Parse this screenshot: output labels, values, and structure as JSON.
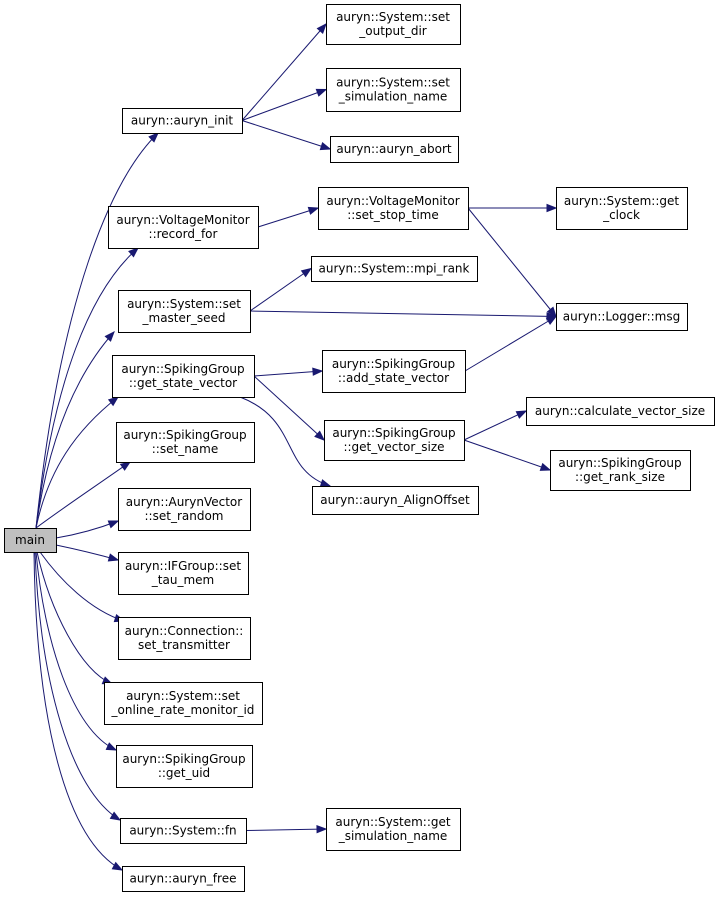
{
  "graph": {
    "title": "Call graph of main",
    "edge_color": "#191970",
    "root_fill": "#bfbfbf",
    "nodes": [
      {
        "id": "main",
        "lines": [
          "main"
        ]
      },
      {
        "id": "auryn_init",
        "lines": [
          "auryn::auryn_init"
        ]
      },
      {
        "id": "set_output_dir",
        "lines": [
          "auryn::System::set",
          "_output_dir"
        ]
      },
      {
        "id": "set_simulation_name",
        "lines": [
          "auryn::System::set",
          "_simulation_name"
        ]
      },
      {
        "id": "auryn_abort",
        "lines": [
          "auryn::auryn_abort"
        ]
      },
      {
        "id": "vm_record_for",
        "lines": [
          "auryn::VoltageMonitor",
          "::record_for"
        ]
      },
      {
        "id": "vm_set_stop_time",
        "lines": [
          "auryn::VoltageMonitor",
          "::set_stop_time"
        ]
      },
      {
        "id": "get_clock",
        "lines": [
          "auryn::System::get",
          "_clock"
        ]
      },
      {
        "id": "set_master_seed",
        "lines": [
          "auryn::System::set",
          "_master_seed"
        ]
      },
      {
        "id": "mpi_rank",
        "lines": [
          "auryn::System::mpi_rank"
        ]
      },
      {
        "id": "logger_msg",
        "lines": [
          "auryn::Logger::msg"
        ]
      },
      {
        "id": "sg_get_state_vector",
        "lines": [
          "auryn::SpikingGroup",
          "::get_state_vector"
        ]
      },
      {
        "id": "sg_add_state_vector",
        "lines": [
          "auryn::SpikingGroup",
          "::add_state_vector"
        ]
      },
      {
        "id": "sg_get_vector_size",
        "lines": [
          "auryn::SpikingGroup",
          "::get_vector_size"
        ]
      },
      {
        "id": "calculate_vector_size",
        "lines": [
          "auryn::calculate_vector_size"
        ]
      },
      {
        "id": "sg_get_rank_size",
        "lines": [
          "auryn::SpikingGroup",
          "::get_rank_size"
        ]
      },
      {
        "id": "auryn_alignoffset",
        "lines": [
          "auryn::auryn_AlignOffset"
        ]
      },
      {
        "id": "sg_set_name",
        "lines": [
          "auryn::SpikingGroup",
          "::set_name"
        ]
      },
      {
        "id": "av_set_random",
        "lines": [
          "auryn::AurynVector",
          "::set_random"
        ]
      },
      {
        "id": "if_set_tau_mem",
        "lines": [
          "auryn::IFGroup::set",
          "_tau_mem"
        ]
      },
      {
        "id": "conn_set_transmitter",
        "lines": [
          "auryn::Connection::",
          "set_transmitter"
        ]
      },
      {
        "id": "set_online_rate_monitor_id",
        "lines": [
          "auryn::System::set",
          "_online_rate_monitor_id"
        ]
      },
      {
        "id": "sg_get_uid",
        "lines": [
          "auryn::SpikingGroup",
          "::get_uid"
        ]
      },
      {
        "id": "system_fn",
        "lines": [
          "auryn::System::fn"
        ]
      },
      {
        "id": "get_simulation_name",
        "lines": [
          "auryn::System::get",
          "_simulation_name"
        ]
      },
      {
        "id": "auryn_free",
        "lines": [
          "auryn::auryn_free"
        ]
      }
    ],
    "edges": [
      [
        "main",
        "auryn_init"
      ],
      [
        "main",
        "vm_record_for"
      ],
      [
        "main",
        "set_master_seed"
      ],
      [
        "main",
        "sg_get_state_vector"
      ],
      [
        "main",
        "sg_set_name"
      ],
      [
        "main",
        "av_set_random"
      ],
      [
        "main",
        "if_set_tau_mem"
      ],
      [
        "main",
        "conn_set_transmitter"
      ],
      [
        "main",
        "set_online_rate_monitor_id"
      ],
      [
        "main",
        "sg_get_uid"
      ],
      [
        "main",
        "system_fn"
      ],
      [
        "main",
        "auryn_free"
      ],
      [
        "auryn_init",
        "set_output_dir"
      ],
      [
        "auryn_init",
        "set_simulation_name"
      ],
      [
        "auryn_init",
        "auryn_abort"
      ],
      [
        "vm_record_for",
        "vm_set_stop_time"
      ],
      [
        "vm_set_stop_time",
        "get_clock"
      ],
      [
        "vm_set_stop_time",
        "logger_msg"
      ],
      [
        "set_master_seed",
        "mpi_rank"
      ],
      [
        "set_master_seed",
        "logger_msg"
      ],
      [
        "sg_get_state_vector",
        "sg_add_state_vector"
      ],
      [
        "sg_get_state_vector",
        "sg_get_vector_size"
      ],
      [
        "sg_get_state_vector",
        "auryn_alignoffset"
      ],
      [
        "sg_add_state_vector",
        "logger_msg"
      ],
      [
        "sg_get_vector_size",
        "calculate_vector_size"
      ],
      [
        "sg_get_vector_size",
        "sg_get_rank_size"
      ],
      [
        "system_fn",
        "get_simulation_name"
      ]
    ]
  }
}
